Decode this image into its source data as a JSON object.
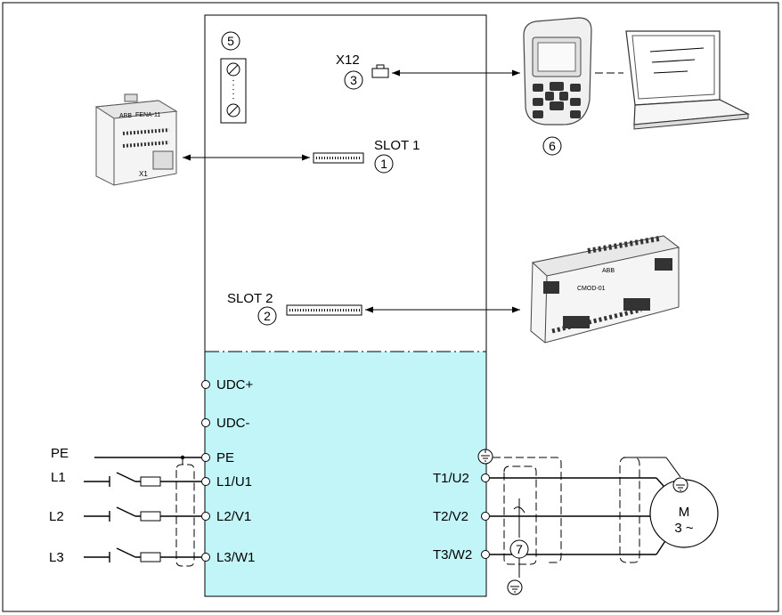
{
  "labels": {
    "slot1": "SLOT 1",
    "slot2": "SLOT 2",
    "x12": "X12",
    "udc_plus": "UDC+",
    "udc_minus": "UDC-",
    "pe_left": "PE",
    "pe_terminal": "PE",
    "l1": "L1",
    "l2": "L2",
    "l3": "L3",
    "l1u1": "L1/U1",
    "l2v1": "L2/V1",
    "l3w1": "L3/W1",
    "t1u2": "T1/U2",
    "t2v2": "T2/V2",
    "t3w2": "T3/W2",
    "motor_m": "M",
    "motor_phase": "3 ~"
  },
  "callouts": {
    "n1": "1",
    "n2": "2",
    "n3": "3",
    "n5": "5",
    "n6": "6",
    "n7": "7"
  },
  "devices": {
    "fieldbus_module_text": "FENA-11",
    "fieldbus_module_port": "X1",
    "io_module_brand": "ABB",
    "io_module_text": "CMOD-01"
  },
  "colors": {
    "power_section_fill": "#c2f5f8",
    "line": "#000000"
  }
}
